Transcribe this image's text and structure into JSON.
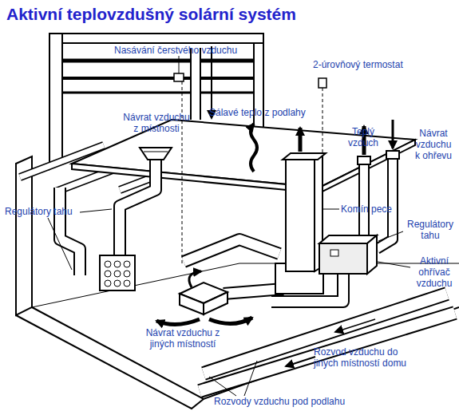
{
  "diagram": {
    "title": "Aktivní teplovzdušný solární systém",
    "labels": [
      "Nasávání čerstvého vzduchu",
      "2-úrovňový termostat",
      "Sálavé teplo z podlahy",
      "Návrat vzduchu z místnosti",
      "Teplý vzduch",
      "Návrat vzduchu k ohřevu",
      "Regulátory tahu",
      "Komín pece",
      "Regulátory tahu",
      "Aktivní ohřívač vzduchu",
      "Návrat vzduchu z jiných místností",
      "Rozvod vzduchu do jiných místností domu",
      "Rozvody vzduchu pod podlahu"
    ]
  }
}
